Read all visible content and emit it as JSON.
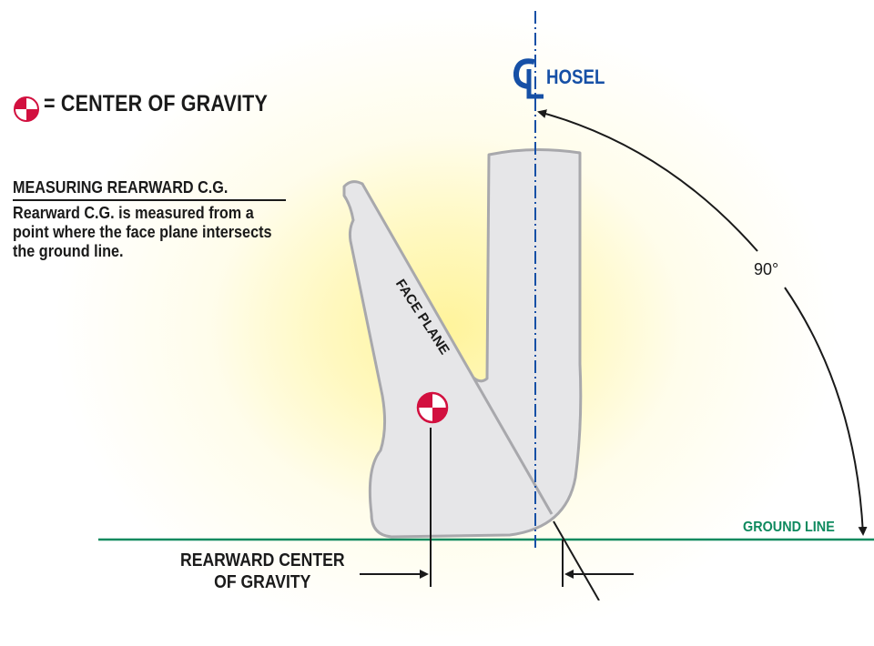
{
  "legend": {
    "icon": "center-of-gravity-icon",
    "text": "= CENTER OF GRAVITY"
  },
  "measuring": {
    "title": "MEASURING REARWARD C.G.",
    "body": "Rearward C.G. is measured from a point where the face plane intersects the ground line."
  },
  "hosel": {
    "symbol": "CL",
    "label": "HOSEL"
  },
  "face_plane_label": "FACE PLANE",
  "angle_label": "90°",
  "ground_line_label": "GROUND LINE",
  "rearward_cg_label": {
    "line1": "REARWARD CENTER",
    "line2": "OF GRAVITY"
  },
  "colors": {
    "cg_red": "#d2103f",
    "hosel_blue": "#1650a6",
    "ground_green": "#0f8a5f",
    "club_fill": "#e6e6e8",
    "club_stroke": "#a8a8ac",
    "glow_yellow": "#fff3a0"
  }
}
